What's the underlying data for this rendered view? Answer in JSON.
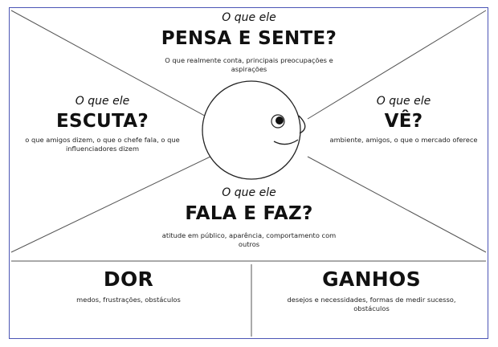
{
  "colors": {
    "frame": "#4b55b5",
    "lines": "#555555",
    "text": "#111111"
  },
  "sections": {
    "pensa": {
      "prefix": "O que ele",
      "title": "PENSA E SENTE?",
      "desc_lines": [
        "O que realmente conta, principais preocupações e",
        "aspirações"
      ]
    },
    "escuta": {
      "prefix": "O que ele",
      "title": "ESCUTA?",
      "desc_lines": [
        "o que amigos dizem, o que o chefe fala, o que",
        "influenciadores dizem"
      ]
    },
    "ve": {
      "prefix": "O que ele",
      "title": "VÊ?",
      "desc_lines": [
        "ambiente, amigos, o que o mercado oferece"
      ]
    },
    "fala": {
      "prefix": "O que ele",
      "title": "FALA E FAZ?",
      "desc_lines": [
        "atitude em público, aparência, comportamento com",
        "outros"
      ]
    },
    "dor": {
      "title": "DOR",
      "desc_lines": [
        "medos, frustrações, obstáculos"
      ]
    },
    "ganhos": {
      "title": "GANHOS",
      "desc_lines": [
        "desejos e necessidades, formas de medir sucesso,",
        "obstáculos"
      ]
    }
  }
}
